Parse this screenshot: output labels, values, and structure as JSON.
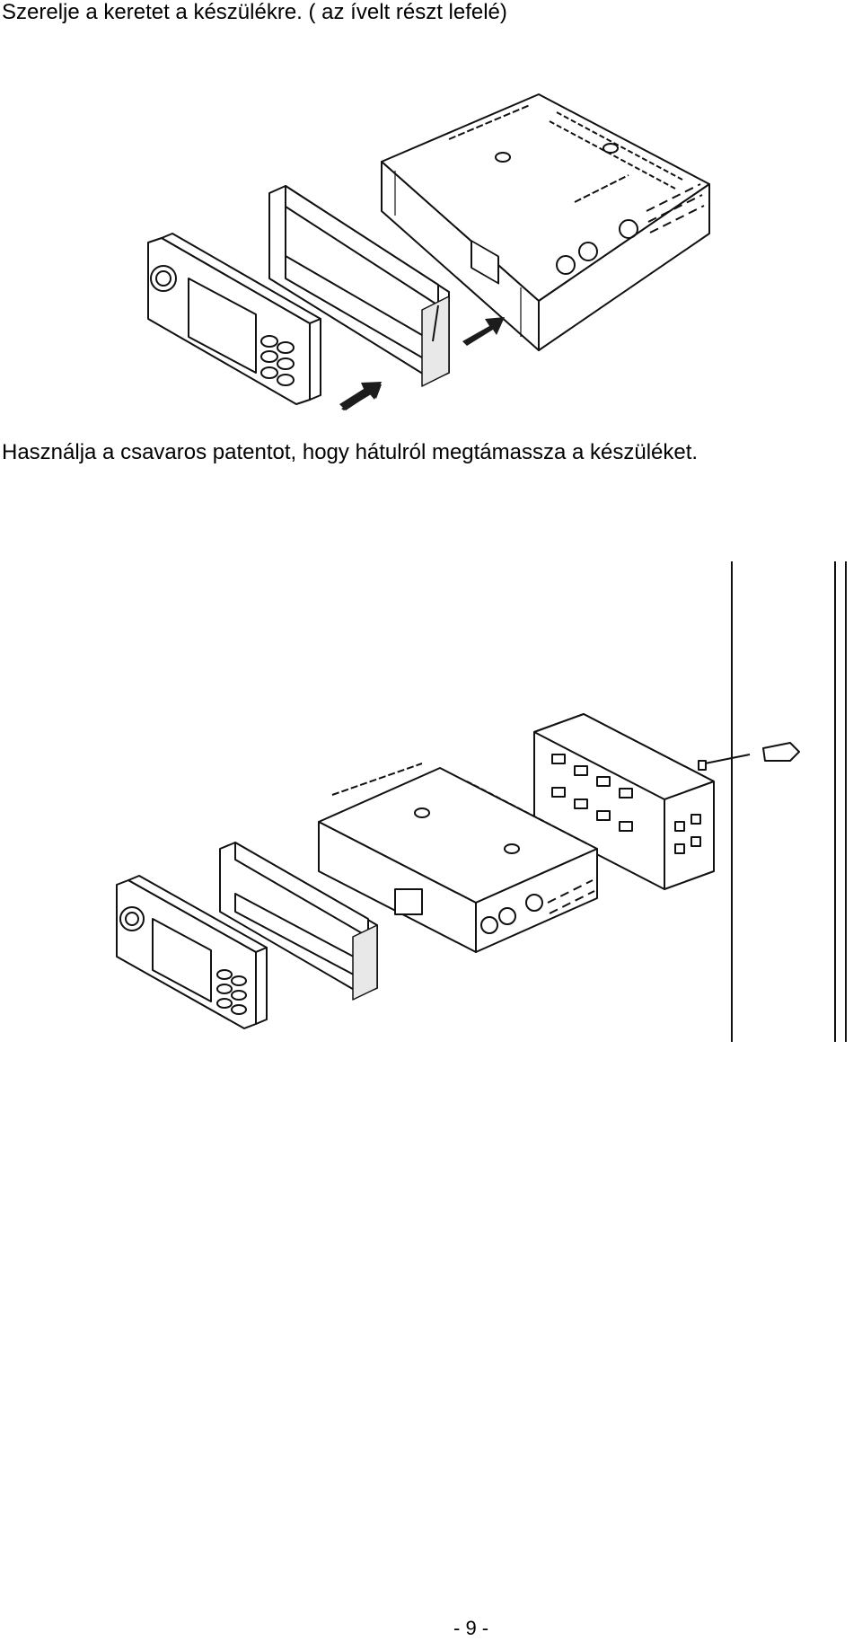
{
  "instructions": {
    "step1": "Szerelje a keretet a készülékre. ( az ívelt részt lefelé)",
    "step2": "Használja a csavaros patentot, hogy hátulról megtámassza a készüléket."
  },
  "page_number": "- 9 -"
}
